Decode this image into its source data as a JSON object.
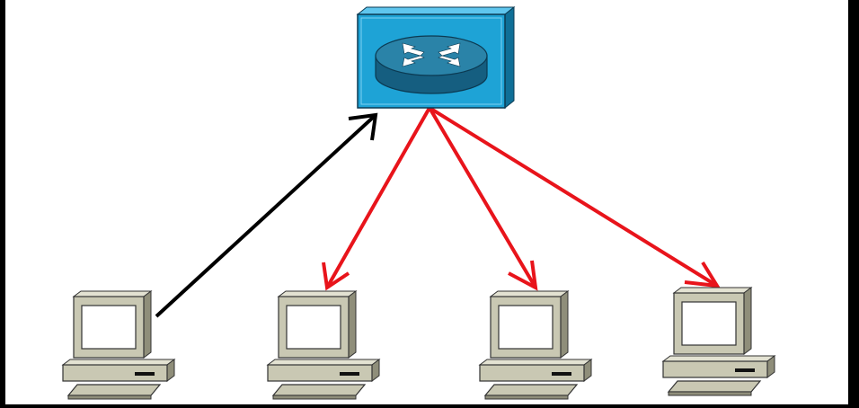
{
  "diagram": {
    "nodes": [
      {
        "id": "router",
        "kind": "router",
        "icon": "router-icon"
      },
      {
        "id": "pc1",
        "kind": "pc",
        "icon": "computer-icon",
        "role": "sender"
      },
      {
        "id": "pc2",
        "kind": "pc",
        "icon": "computer-icon",
        "role": "receiver"
      },
      {
        "id": "pc3",
        "kind": "pc",
        "icon": "computer-icon",
        "role": "receiver"
      },
      {
        "id": "pc4",
        "kind": "pc",
        "icon": "computer-icon",
        "role": "receiver"
      }
    ],
    "links": [
      {
        "from": "pc1",
        "to": "router",
        "color": "#000000"
      },
      {
        "from": "router",
        "to": "pc2",
        "color": "#e8141b"
      },
      {
        "from": "router",
        "to": "pc3",
        "color": "#e8141b"
      },
      {
        "from": "router",
        "to": "pc4",
        "color": "#e8141b"
      }
    ],
    "colors": {
      "background": "#ffffff",
      "border": "#000000",
      "router_face": "#1ea3d6",
      "router_dark": "#0f6f97",
      "pc_body": "#c9c8b3",
      "pc_screen": "#ffffff"
    }
  }
}
